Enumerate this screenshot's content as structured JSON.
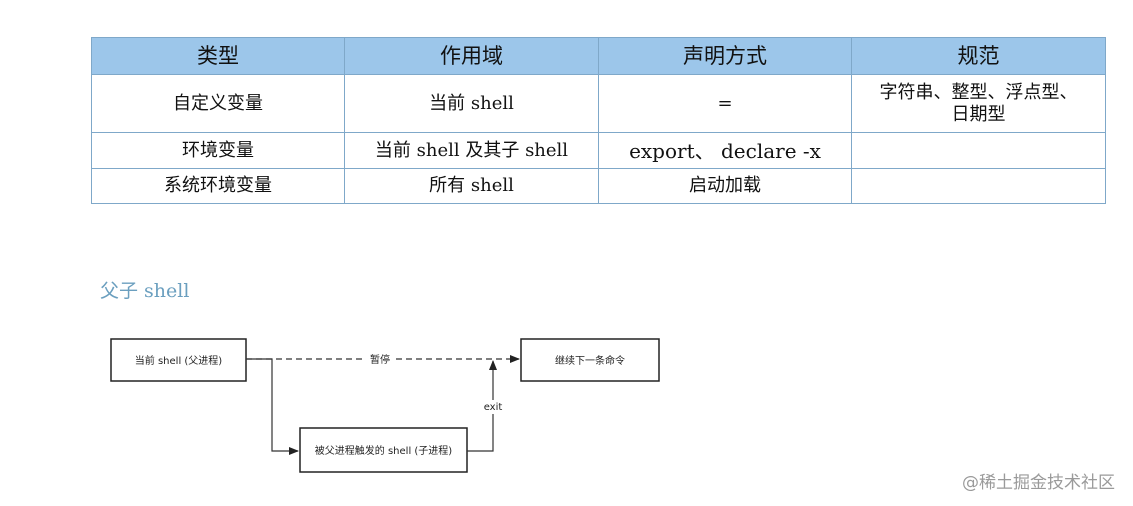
{
  "table": {
    "headers": [
      "类型",
      "作用域",
      "声明方式",
      "规范"
    ],
    "rows": [
      {
        "type": "自定义变量",
        "scope": "当前 shell",
        "declare": "=",
        "spec_line1": "字符串、整型、浮点型、",
        "spec_line2": "日期型"
      },
      {
        "type": "环境变量",
        "scope": "当前 shell 及其子 shell",
        "declare": "export、 declare -x",
        "spec_line1": "",
        "spec_line2": ""
      },
      {
        "type": "系统环境变量",
        "scope": "所有 shell",
        "declare": "启动加载",
        "spec_line1": "",
        "spec_line2": ""
      }
    ]
  },
  "section_title": "父子 shell",
  "diagram": {
    "parent_box": "当前 shell (父进程)",
    "next_box": "继续下一条命令",
    "child_box": "被父进程触发的 shell (子进程)",
    "pause_label": "暂停",
    "exit_label": "exit"
  },
  "watermark": "@稀土掘金技术社区"
}
